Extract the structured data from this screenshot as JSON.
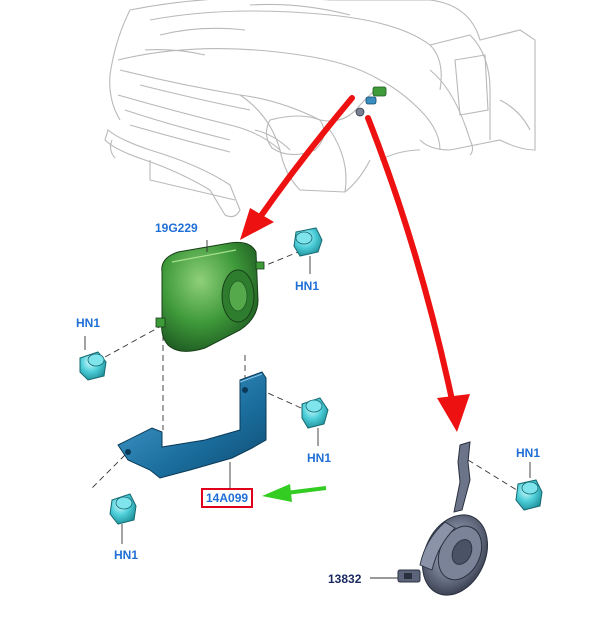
{
  "labels": {
    "module": "19G229",
    "bracket": "14A099",
    "horn": "13832",
    "nut_1": "HN1",
    "nut_2": "HN1",
    "nut_3": "HN1",
    "nut_4": "HN1",
    "nut_5": "HN1"
  },
  "colors": {
    "callout_arrow": "#ee1111",
    "highlight_arrow": "#33cc22",
    "highlight_box": "#e0001b",
    "label_text": "#1f6fd6",
    "module_green": "#2e7d2e",
    "bracket_blue": "#1a6fa0",
    "nut_cyan": "#3ec5cf",
    "horn_gray": "#5b6478"
  }
}
